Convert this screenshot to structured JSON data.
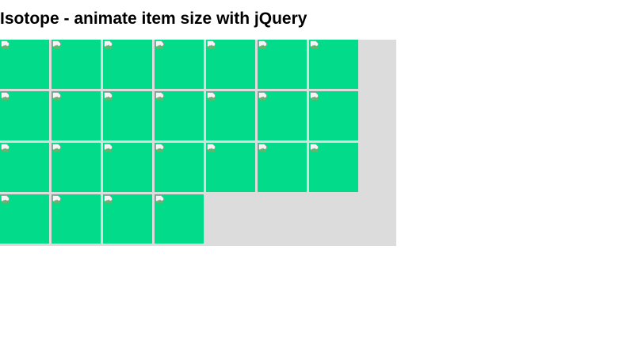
{
  "page": {
    "title": "Isotope - animate item size with jQuery"
  },
  "grid": {
    "columns": 7,
    "item_count": 25,
    "item_color": "#02db89",
    "container_color": "#dcdcdc",
    "items": [
      {
        "image": "broken-image-icon"
      },
      {
        "image": "broken-image-icon"
      },
      {
        "image": "broken-image-icon"
      },
      {
        "image": "broken-image-icon"
      },
      {
        "image": "broken-image-icon"
      },
      {
        "image": "broken-image-icon"
      },
      {
        "image": "broken-image-icon"
      },
      {
        "image": "broken-image-icon"
      },
      {
        "image": "broken-image-icon"
      },
      {
        "image": "broken-image-icon"
      },
      {
        "image": "broken-image-icon"
      },
      {
        "image": "broken-image-icon"
      },
      {
        "image": "broken-image-icon"
      },
      {
        "image": "broken-image-icon"
      },
      {
        "image": "broken-image-icon"
      },
      {
        "image": "broken-image-icon"
      },
      {
        "image": "broken-image-icon"
      },
      {
        "image": "broken-image-icon"
      },
      {
        "image": "broken-image-icon"
      },
      {
        "image": "broken-image-icon"
      },
      {
        "image": "broken-image-icon"
      },
      {
        "image": "broken-image-icon"
      },
      {
        "image": "broken-image-icon"
      },
      {
        "image": "broken-image-icon"
      },
      {
        "image": "broken-image-icon"
      }
    ]
  }
}
